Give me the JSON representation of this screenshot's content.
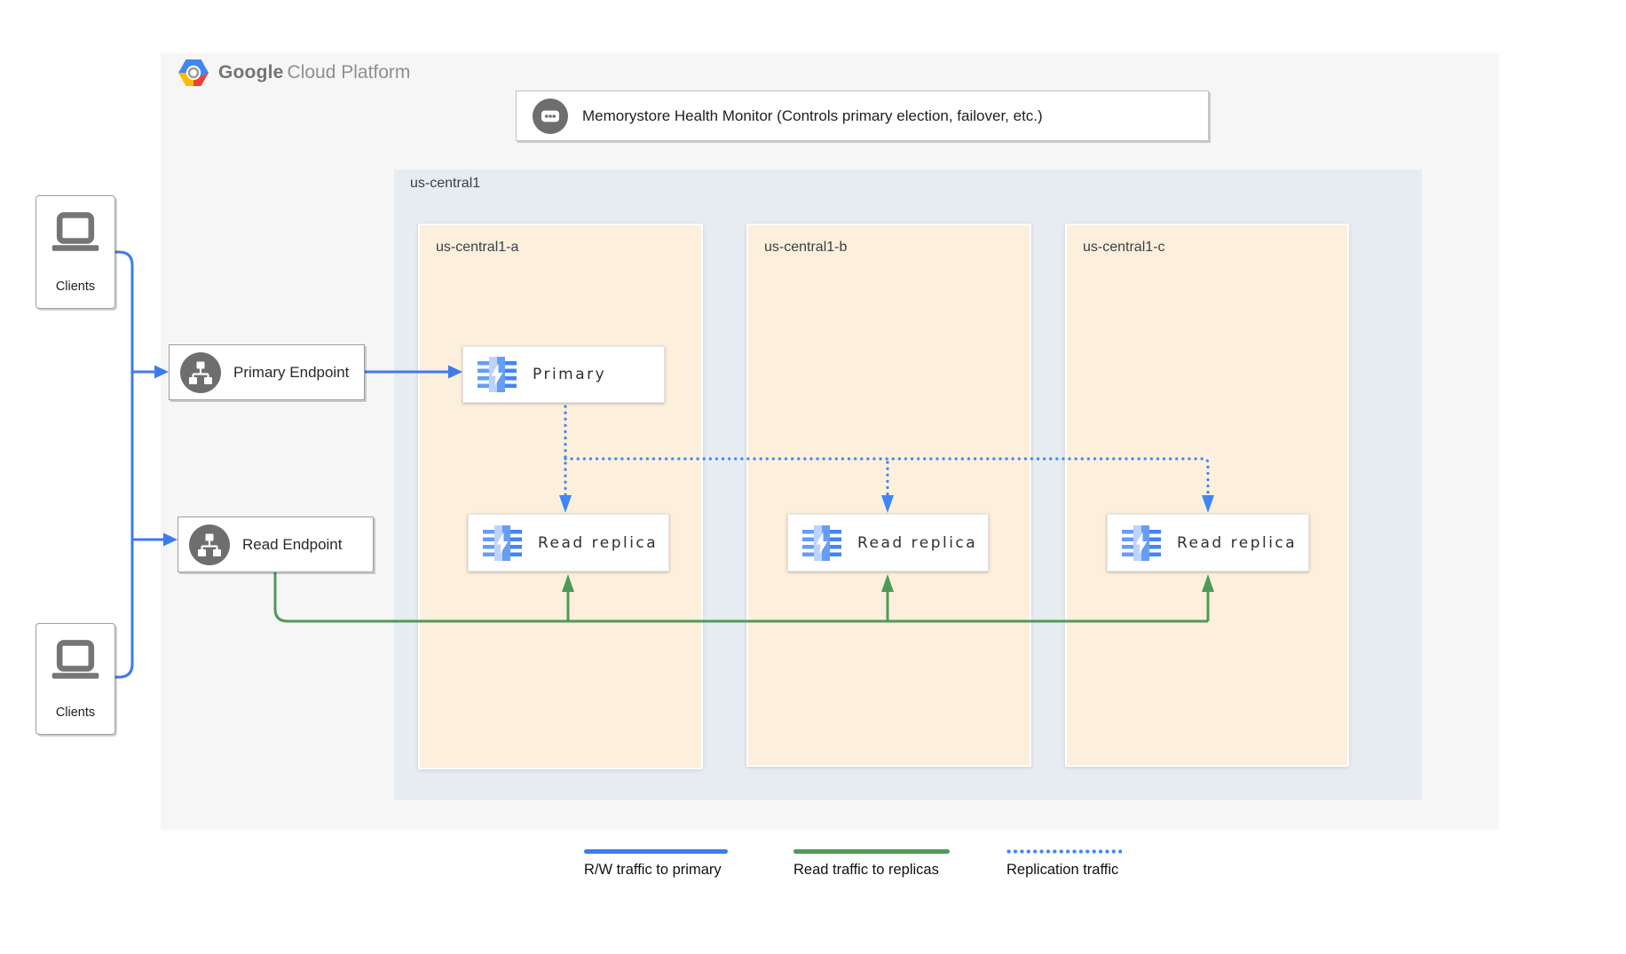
{
  "header": {
    "logo": {
      "icon": "gcp-hexagon-logo",
      "bold": "Google",
      "rest": "Cloud Platform"
    }
  },
  "health_monitor": {
    "icon": "chat-ellipsis-icon",
    "label": "Memorystore Health Monitor (Controls primary election, failover, etc.)"
  },
  "clients": {
    "top": {
      "icon": "laptop-icon",
      "label": "Clients"
    },
    "bottom": {
      "icon": "laptop-icon",
      "label": "Clients"
    }
  },
  "endpoints": {
    "primary": {
      "icon": "network-endpoint-icon",
      "label": "Primary Endpoint"
    },
    "read": {
      "icon": "network-endpoint-icon",
      "label": "Read Endpoint"
    }
  },
  "region": {
    "label": "us-central1",
    "zones": [
      {
        "label": "us-central1-a",
        "nodes": [
          {
            "icon": "memorystore-icon",
            "label": "Primary"
          },
          {
            "icon": "memorystore-icon",
            "label": "Read replica"
          }
        ]
      },
      {
        "label": "us-central1-b",
        "nodes": [
          {
            "icon": "memorystore-icon",
            "label": "Read replica"
          }
        ]
      },
      {
        "label": "us-central1-c",
        "nodes": [
          {
            "icon": "memorystore-icon",
            "label": "Read replica"
          }
        ]
      }
    ]
  },
  "legend": {
    "items": [
      {
        "label": "R/W traffic to primary",
        "line_style": "solid",
        "color": "#3d7bed"
      },
      {
        "label": "Read traffic to replicas",
        "line_style": "solid",
        "color": "#4e9a58"
      },
      {
        "label": "Replication traffic",
        "line_style": "dotted",
        "color": "#4285f4"
      }
    ]
  },
  "colors": {
    "rw_traffic_blue": "#3d7bed",
    "read_traffic_green": "#4e9a58",
    "replication_blue": "#4285f4",
    "panel_bg": "#f6f6f6",
    "region_bg": "#e7ecf1",
    "zone_bg": "#fcefdb",
    "icon_gray": "#6e6e6e",
    "memorystore_light_blue": "#bed3f9",
    "memorystore_mid_blue": "#669df6",
    "memorystore_dark_blue": "#4285f4"
  }
}
